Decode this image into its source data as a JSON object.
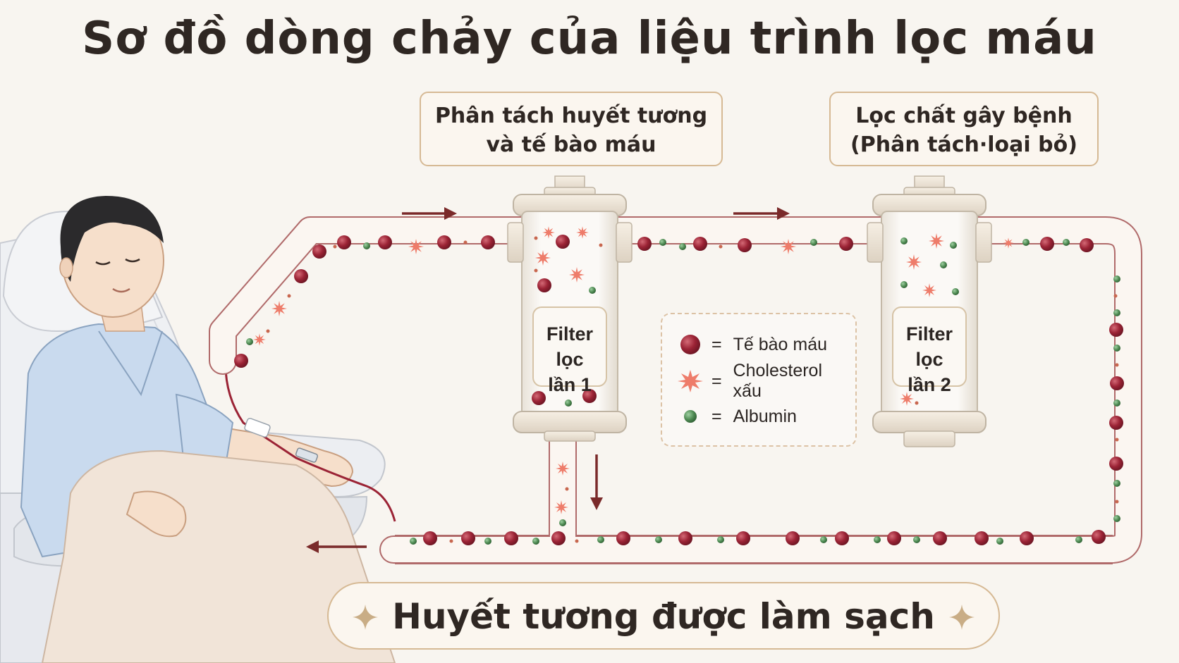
{
  "title": "Sơ đồ dòng chảy của liệu trình lọc máu",
  "step1": {
    "line1": "Phân tách huyết tương",
    "line2": "và tế bào máu"
  },
  "step2": {
    "line1": "Lọc chất gây bệnh",
    "line2": "(Phân tách·loại bỏ)"
  },
  "filter1": {
    "line1": "Filter lọc",
    "line2": "lần 1"
  },
  "filter2": {
    "line1": "Filter lọc",
    "line2": "lần 2"
  },
  "legend": {
    "items": [
      {
        "label": "Tế bào máu",
        "icon": "blood-cell-icon"
      },
      {
        "label": "Cholesterol xấu",
        "icon": "cholesterol-icon"
      },
      {
        "label": "Albumin",
        "icon": "albumin-icon"
      }
    ],
    "equals": "="
  },
  "result": "Huyết tương được làm sạch",
  "colors": {
    "blood_cell": "#9b2335",
    "cholesterol": "#ee7c6a",
    "albumin": "#4e8a52",
    "tube_border": "#b06a6a",
    "arrow": "#7a2a2a",
    "frame": "#d6b994"
  }
}
